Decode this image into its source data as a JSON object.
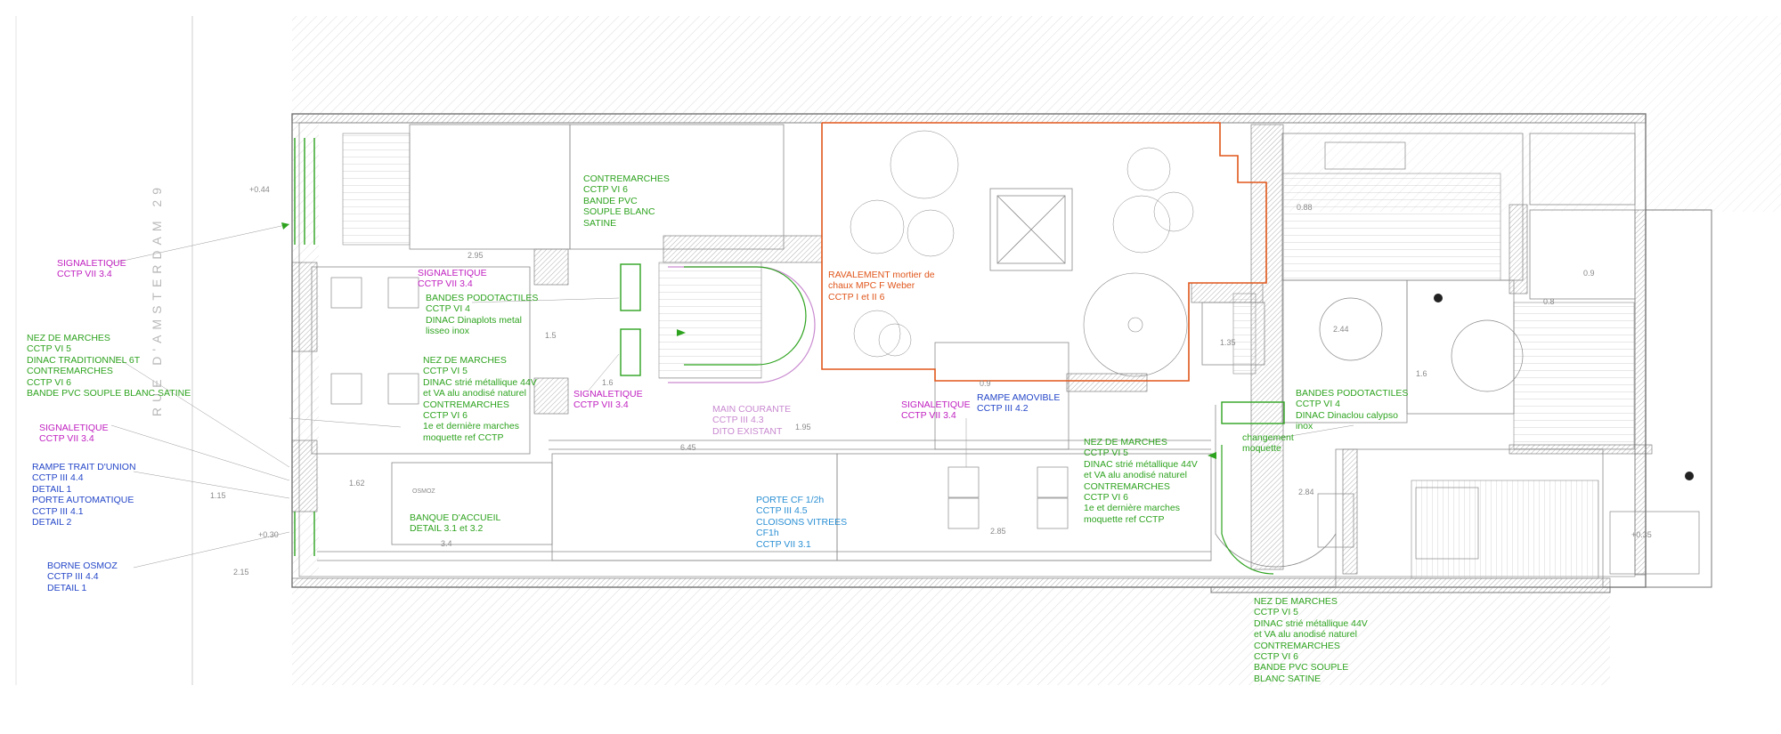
{
  "colors": {
    "annotation_green": "#2ea31f",
    "signage_magenta": "#c01fc0",
    "ramp_blue": "#2446c8",
    "facade_orange": "#e0561b",
    "handrail_pink": "#c98ad0",
    "door_lightblue": "#2a8fd4",
    "wall_gray": "#7a7a7a"
  },
  "street_name": "RUE D'AMSTERDAM 29",
  "annotations": [
    {
      "id": "signaletique-left-top",
      "color": "m",
      "lines": [
        "SIGNALETIQUE",
        "CCTP VII 3.4"
      ]
    },
    {
      "id": "nez-marches-left",
      "color": "g",
      "lines": [
        "NEZ DE MARCHES",
        "CCTP VI 5",
        "DINAC TRADITIONNEL 6T",
        "CONTREMARCHES",
        "CCTP VI 6",
        "BANDE PVC SOUPLE BLANC SATINE"
      ]
    },
    {
      "id": "signaletique-left-mid",
      "color": "m",
      "lines": [
        "SIGNALETIQUE",
        "CCTP VII 3.4"
      ]
    },
    {
      "id": "rampe-porte",
      "color": "b",
      "lines": [
        "RAMPE TRAIT D'UNION",
        "CCTP III 4.4",
        "DETAIL 1",
        "PORTE AUTOMATIQUE",
        "CCTP III 4.1",
        "DETAIL 2"
      ]
    },
    {
      "id": "borne-osmoz",
      "color": "b",
      "lines": [
        "BORNE OSMOZ",
        "CCTP III 4.4",
        "DETAIL 1"
      ]
    },
    {
      "id": "contremarches-top",
      "color": "g",
      "lines": [
        "CONTREMARCHES",
        "CCTP VI 6",
        "BANDE PVC",
        "SOUPLE BLANC",
        "SATINE"
      ]
    },
    {
      "id": "signaletique-center",
      "color": "m",
      "lines": [
        "SIGNALETIQUE",
        "CCTP VII 3.4"
      ]
    },
    {
      "id": "bandes-podotactiles-left",
      "color": "g",
      "lines": [
        "BANDES PODOTACTILES",
        "CCTP VI 4",
        "DINAC Dinaplots metal",
        "lisseo inox"
      ]
    },
    {
      "id": "nez-marches-center",
      "color": "g",
      "lines": [
        "NEZ DE MARCHES",
        "CCTP VI 5",
        "DINAC strié métallique 44V",
        "et VA alu anodisé naturel",
        "CONTREMARCHES",
        "CCTP VI 6",
        "1e et dernière marches",
        "moquette ref CCTP"
      ]
    },
    {
      "id": "signaletique-stair",
      "color": "m",
      "lines": [
        "SIGNALETIQUE",
        "CCTP VII 3.4"
      ]
    },
    {
      "id": "main-courante",
      "color": "p",
      "lines": [
        "MAIN COURANTE",
        "CCTP III 4.3",
        "DITO EXISTANT"
      ]
    },
    {
      "id": "banque-accueil",
      "color": "g",
      "lines": [
        "BANQUE D'ACCUEIL",
        "DETAIL 3.1 et 3.2"
      ]
    },
    {
      "id": "porte-cf",
      "color": "lb",
      "lines": [
        "PORTE CF 1/2h",
        "CCTP III 4.5",
        "CLOISONS VITREES",
        "CF1h",
        "CCTP VII 3.1"
      ]
    },
    {
      "id": "ravalement",
      "color": "o",
      "lines": [
        "RAVALEMENT mortier de",
        "chaux MPC F Weber",
        "CCTP I et II 6"
      ]
    },
    {
      "id": "signaletique-right",
      "color": "m",
      "lines": [
        "SIGNALETIQUE",
        "CCTP VII 3.4"
      ]
    },
    {
      "id": "rampe-amovible",
      "color": "b",
      "lines": [
        "RAMPE AMOVIBLE",
        "CCTP III 4.2"
      ]
    },
    {
      "id": "nez-marches-right",
      "color": "g",
      "lines": [
        "NEZ DE MARCHES",
        "CCTP VI 5",
        "DINAC strié métallique 44V",
        "et VA alu anodisé naturel",
        "CONTREMARCHES",
        "CCTP VI 6",
        "1e et dernière marches",
        "moquette ref CCTP"
      ]
    },
    {
      "id": "changement-moquette",
      "color": "g",
      "lines": [
        "changement",
        "moquette"
      ]
    },
    {
      "id": "bandes-podotactiles-right",
      "color": "g",
      "lines": [
        "BANDES PODOTACTILES",
        "CCTP VI 4",
        "DINAC Dinaclou calypso",
        "inox"
      ]
    },
    {
      "id": "nez-marches-bottom",
      "color": "g",
      "lines": [
        "NEZ DE MARCHES",
        "CCTP VI 5",
        "DINAC strié métallique 44V",
        "et VA alu anodisé naturel",
        "CONTREMARCHES",
        "CCTP VI 6",
        "BANDE PVC SOUPLE",
        "BLANC SATINE"
      ]
    }
  ],
  "dimension_labels": [
    "+0.44",
    "2.95",
    "1.5",
    "1.6",
    "1.95",
    "6.45",
    "1.15",
    "1.62",
    "3.4",
    "+0.30",
    "2.15",
    "0.9",
    "2.85",
    "0.88",
    "1.35",
    "2.44",
    "1.6",
    "2.84",
    "+0.35",
    "0.9",
    "0.8",
    "OSMOZ"
  ]
}
